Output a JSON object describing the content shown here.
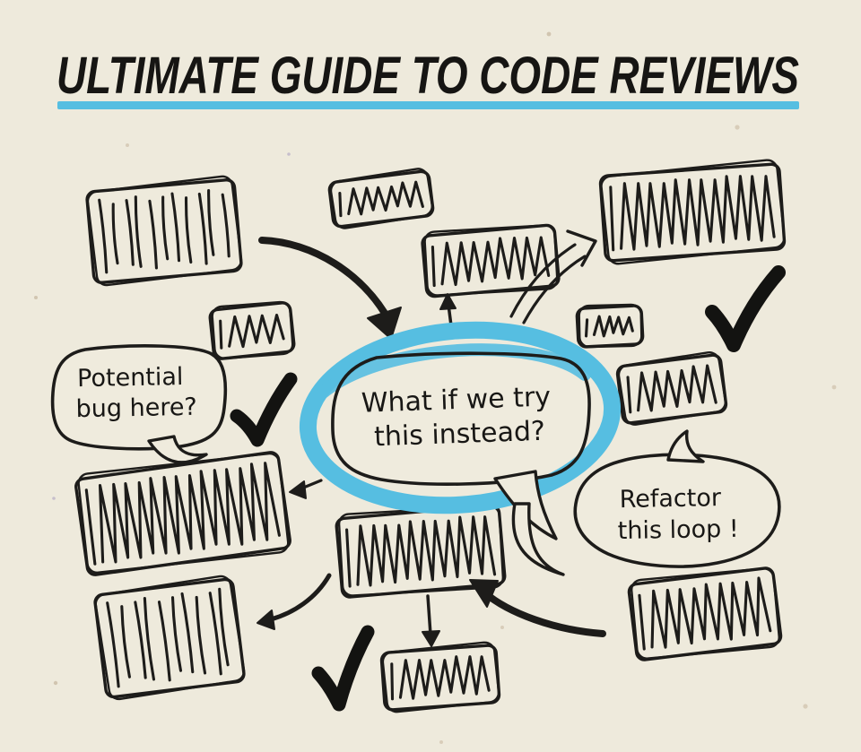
{
  "title": {
    "text": "ULTIMATE GUIDE TO CODE REVIEWS"
  },
  "colors": {
    "paper": "#eeeadc",
    "ink": "#1d1c1a",
    "accent_blue": "#56bee1"
  },
  "bubbles": {
    "left": {
      "lines": [
        "Potential",
        "bug here?"
      ]
    },
    "center": {
      "lines": [
        "What if we try",
        "this instead?"
      ],
      "highlighted_with": "blue marker ellipse"
    },
    "right": {
      "lines": [
        "Refactor",
        "this loop !"
      ]
    }
  },
  "figure": {
    "type": "hand-drawn doodle diagram",
    "code_block_count": 12,
    "checkmark_count": 3,
    "arrow_count": 7
  }
}
